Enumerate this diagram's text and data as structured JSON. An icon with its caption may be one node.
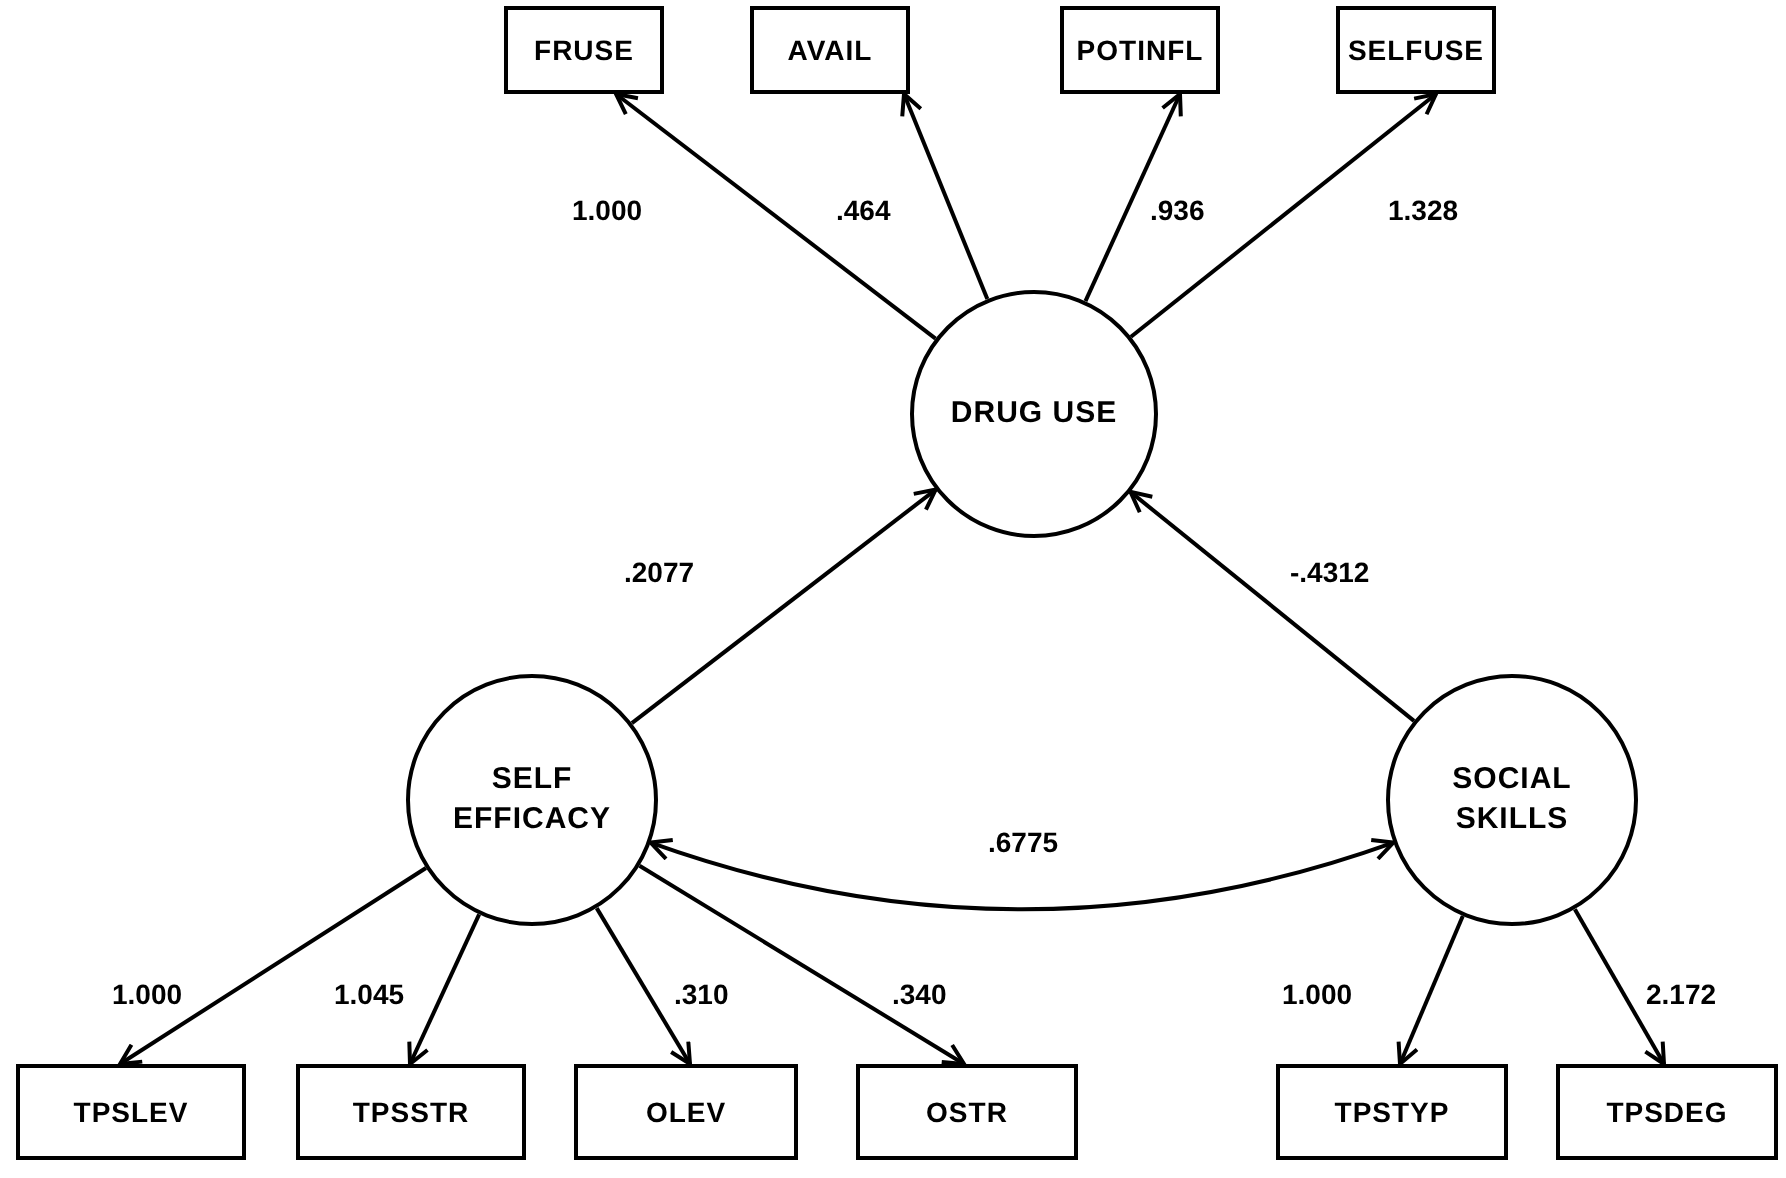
{
  "diagram": {
    "nodes": [
      {
        "text": [
          "FRUSE"
        ]
      },
      {
        "text": [
          "AVAIL"
        ]
      },
      {
        "text": [
          "POTINFL"
        ]
      },
      {
        "text": [
          "SELFUSE"
        ]
      },
      {
        "text": [
          "DRUG USE"
        ]
      },
      {
        "text": [
          "SELF EFFICACY"
        ]
      },
      {
        "text": [
          "SOCIAL SKILLS"
        ]
      },
      {
        "text": [
          "TPSLEV"
        ]
      },
      {
        "text": [
          "TPSSTR"
        ]
      },
      {
        "text": [
          "OLEV"
        ]
      },
      {
        "text": [
          "OSTR"
        ]
      },
      {
        "text": [
          "TPSTYP"
        ]
      },
      {
        "text": [
          "TPSDEG"
        ]
      }
    ],
    "edges": [
      {
        "from": 4,
        "to": 0,
        "arrow": "to",
        "label": "1.000"
      },
      {
        "from": 4,
        "to": 1,
        "arrow": "to",
        "label": ".464"
      },
      {
        "from": 4,
        "to": 2,
        "arrow": "to",
        "label": ".936"
      },
      {
        "from": 4,
        "to": 3,
        "arrow": "to",
        "label": "1.328"
      },
      {
        "from": 5,
        "to": 4,
        "arrow": "to",
        "label": ".2077"
      },
      {
        "from": 6,
        "to": 4,
        "arrow": "to",
        "label": "-.4312"
      },
      {
        "from": 5,
        "to": 6,
        "arrow": "both",
        "label": ".6775"
      },
      {
        "from": 5,
        "to": 7,
        "arrow": "to",
        "label": "1.000"
      },
      {
        "from": 5,
        "to": 8,
        "arrow": "to",
        "label": "1.045"
      },
      {
        "from": 5,
        "to": 9,
        "arrow": "to",
        "label": ".310"
      },
      {
        "from": 5,
        "to": 10,
        "arrow": "to",
        "label": ".340"
      },
      {
        "from": 6,
        "to": 11,
        "arrow": "to",
        "label": "1.000"
      },
      {
        "from": 6,
        "to": 12,
        "arrow": "to",
        "label": "2.172"
      }
    ]
  }
}
